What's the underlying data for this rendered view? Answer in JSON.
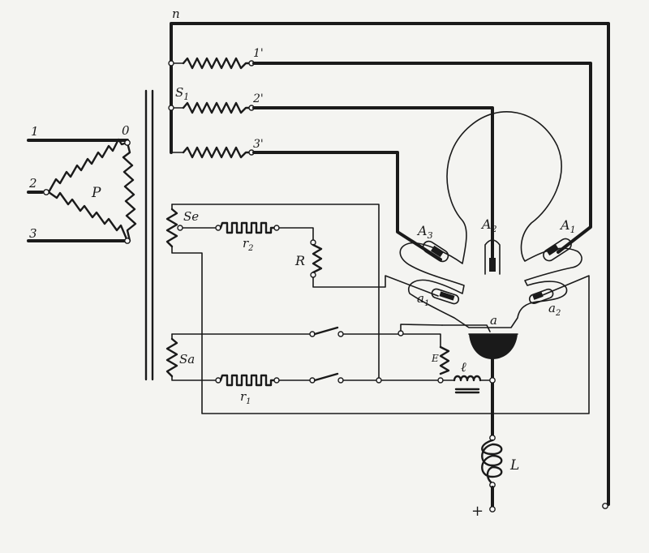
{
  "labels": {
    "n": "n",
    "line1": "1",
    "line2": "2",
    "line3": "3",
    "zero": "0",
    "p": "P",
    "s1": "S",
    "s1_sub": "1",
    "t1": "1'",
    "t2": "2'",
    "t3": "3'",
    "a1_main": "A",
    "a1_main_sub": "1",
    "a2_main": "A",
    "a2_main_sub": "2",
    "a3_main": "A",
    "a3_main_sub": "3",
    "a1_small": "a",
    "a1_small_sub": "1",
    "a2_small": "a",
    "a2_small_sub": "2",
    "a_cathode": "a",
    "se": "Se",
    "sa": "Sa",
    "r2": "r",
    "r2_sub": "2",
    "r1": "r",
    "r1_sub": "1",
    "r_big": "R",
    "e": "E",
    "l_small": "ℓ",
    "l_big": "L",
    "plus": "+"
  },
  "colors": {
    "ink": "#1a1a1a",
    "paper": "#f4f4f1"
  }
}
